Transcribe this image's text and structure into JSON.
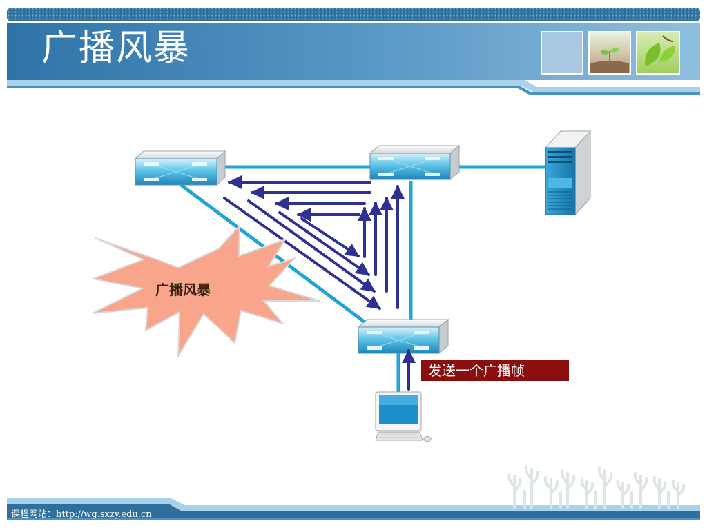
{
  "header": {
    "title": "广播风暴"
  },
  "diagram": {
    "burst_label": "广播风暴",
    "send_label": "发送一个广播帧"
  },
  "footer": {
    "text": "课程网站：http://wg.sxzy.edu.cn"
  },
  "colors": {
    "header_blue": "#3f87bd",
    "cable": "#1ea5d6",
    "arrow": "#2e3192",
    "burst_fill": "#f9a58c",
    "send_bg": "#8b0e0e"
  }
}
